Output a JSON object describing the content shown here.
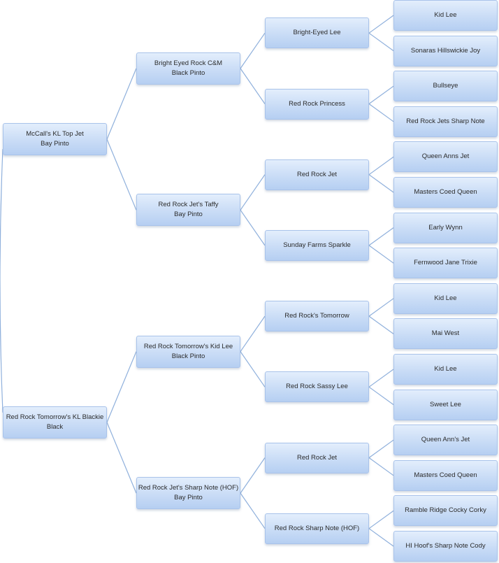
{
  "pedigree": {
    "sire": {
      "name": "McCall's KL Top Jet",
      "color": "Bay Pinto",
      "children": [
        {
          "name": "Bright Eyed Rock C&M",
          "color": "Black Pinto",
          "children": [
            {
              "name": "Bright-Eyed Lee",
              "children": [
                {
                  "name": "Kid Lee"
                },
                {
                  "name": "Sonaras Hillswickie Joy"
                }
              ]
            },
            {
              "name": "Red Rock Princess",
              "children": [
                {
                  "name": "Bullseye"
                },
                {
                  "name": "Red Rock Jets Sharp Note"
                }
              ]
            }
          ]
        },
        {
          "name": "Red Rock Jet's Taffy",
          "color": "Bay Pinto",
          "children": [
            {
              "name": "Red Rock Jet",
              "children": [
                {
                  "name": "Queen Anns Jet"
                },
                {
                  "name": "Masters Coed Queen"
                }
              ]
            },
            {
              "name": "Sunday Farms Sparkle",
              "children": [
                {
                  "name": "Early Wynn"
                },
                {
                  "name": "Fernwood Jane Trixie"
                }
              ]
            }
          ]
        }
      ]
    },
    "dam": {
      "name": "Red Rock Tomorrow's KL Blackie",
      "color": "Black",
      "children": [
        {
          "name": "Red Rock Tomorrow's Kid Lee",
          "color": "Black Pinto",
          "children": [
            {
              "name": "Red Rock's Tomorrow",
              "children": [
                {
                  "name": "Kid Lee"
                },
                {
                  "name": "Mai West"
                }
              ]
            },
            {
              "name": "Red Rock Sassy Lee",
              "children": [
                {
                  "name": "Kid Lee"
                },
                {
                  "name": "Sweet Lee"
                }
              ]
            }
          ]
        },
        {
          "name": "Red Rock Jet's Sharp Note (HOF)",
          "color": "Bay Pinto",
          "children": [
            {
              "name": "Red Rock Jet",
              "children": [
                {
                  "name": "Queen Ann's Jet"
                },
                {
                  "name": "Masters Coed Queen"
                }
              ]
            },
            {
              "name": "Red Rock Sharp Note (HOF)",
              "children": [
                {
                  "name": "Ramble Ridge Cocky Corky"
                },
                {
                  "name": "HI Hoof's Sharp Note Cody"
                }
              ]
            }
          ]
        }
      ]
    }
  },
  "colors": {
    "box_fill_top": "#e3eefc",
    "box_fill_bottom": "#b6cff2",
    "box_border": "#a9c3ea",
    "connector": "#8fb0dc",
    "text": "#2b2b2b"
  }
}
